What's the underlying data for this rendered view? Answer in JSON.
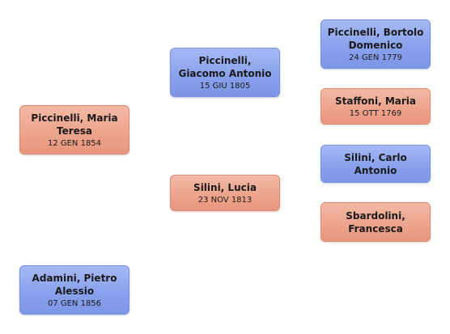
{
  "people": {
    "maria_teresa": {
      "name": "Piccinelli, Maria Teresa",
      "date": "12 GEN 1854",
      "sex": "female"
    },
    "pietro_alessio": {
      "name": "Adamini, Pietro Alessio",
      "date": "07 GEN 1856",
      "sex": "male"
    },
    "giacomo_antonio": {
      "name": "Piccinelli, Giacomo Antonio",
      "date": "15 GIU 1805",
      "sex": "male"
    },
    "lucia": {
      "name": "Silini, Lucia",
      "date": "23 NOV 1813",
      "sex": "female"
    },
    "bortolo_domenico": {
      "name": "Piccinelli, Bortolo Domenico",
      "date": "24 GEN 1779",
      "sex": "male"
    },
    "maria_staffoni": {
      "name": "Staffoni, Maria",
      "date": "15 OTT 1769",
      "sex": "female"
    },
    "carlo_antonio": {
      "name": "Silini, Carlo Antonio",
      "date": "",
      "sex": "male"
    },
    "francesca": {
      "name": "Sbardolini, Francesca",
      "date": "",
      "sex": "female"
    }
  },
  "colors": {
    "male_fill": "#8aa2ec",
    "female_fill": "#eda48d",
    "background": "#ffffff"
  }
}
